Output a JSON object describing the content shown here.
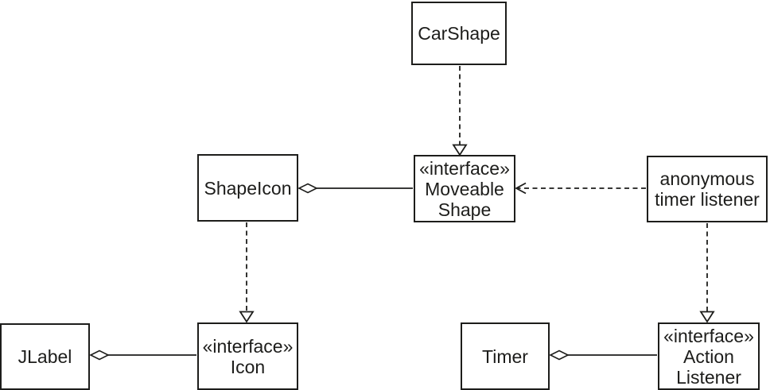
{
  "diagram": {
    "kind": "uml-class-diagram",
    "colors": {
      "background": "#ffffff",
      "line": "#1d1d1b",
      "box_fill": "#ffffff",
      "text": "#1d1d1b"
    },
    "boxes": {
      "carshape": {
        "label": "CarShape"
      },
      "shapeicon": {
        "label": "ShapeIcon"
      },
      "moveable_shape": {
        "stereotype": "«interface»",
        "label": "Moveable\nShape"
      },
      "anonymous_timer_listener": {
        "label": "anonymous\ntimer listener"
      },
      "jlabel": {
        "label": "JLabel"
      },
      "icon": {
        "stereotype": "«interface»",
        "label": "Icon"
      },
      "timer": {
        "label": "Timer"
      },
      "action_listener": {
        "stereotype": "«interface»",
        "label": "Action\nListener"
      }
    },
    "relationships": [
      {
        "from": "CarShape",
        "to": "MoveableShape",
        "type": "realization",
        "line": "dashed",
        "marker": "hollow-triangle"
      },
      {
        "from": "ShapeIcon",
        "to": "MoveableShape",
        "type": "aggregation",
        "line": "solid",
        "marker": "hollow-diamond-at-ShapeIcon"
      },
      {
        "from": "anonymous timer listener",
        "to": "MoveableShape",
        "type": "dependency",
        "line": "dashed",
        "marker": "open-arrow"
      },
      {
        "from": "ShapeIcon",
        "to": "Icon",
        "type": "realization",
        "line": "dashed",
        "marker": "hollow-triangle"
      },
      {
        "from": "JLabel",
        "to": "Icon",
        "type": "aggregation",
        "line": "solid",
        "marker": "hollow-diamond-at-JLabel"
      },
      {
        "from": "anonymous timer listener",
        "to": "ActionListener",
        "type": "realization",
        "line": "dashed",
        "marker": "hollow-triangle"
      },
      {
        "from": "Timer",
        "to": "ActionListener",
        "type": "aggregation",
        "line": "solid",
        "marker": "hollow-diamond-at-Timer"
      }
    ]
  }
}
